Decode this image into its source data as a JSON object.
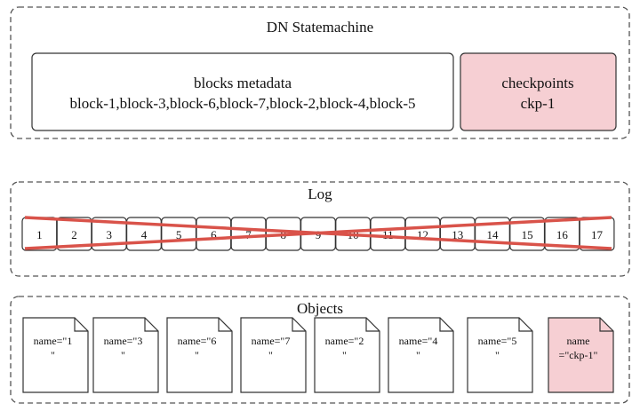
{
  "statemachine": {
    "title": "DN Statemachine",
    "metadata_title": "blocks metadata",
    "metadata_blocks": "block-1,block-3,block-6,block-7,block-2,block-4,block-5",
    "checkpoints_title": "checkpoints",
    "checkpoints_value": "ckp-1"
  },
  "log": {
    "title": "Log",
    "entries": [
      "1",
      "2",
      "3",
      "4",
      "5",
      "6",
      "7",
      "8",
      "9",
      "10",
      "11",
      "12",
      "13",
      "14",
      "15",
      "16",
      "17"
    ]
  },
  "objects": {
    "title": "Objects",
    "items": [
      {
        "line1": "name=\"1",
        "line2": "\""
      },
      {
        "line1": "name=\"3",
        "line2": "\""
      },
      {
        "line1": "name=\"6",
        "line2": "\""
      },
      {
        "line1": "name=\"7",
        "line2": "\""
      },
      {
        "line1": "name=\"2",
        "line2": "\""
      },
      {
        "line1": "name=\"4",
        "line2": "\""
      },
      {
        "line1": "name=\"5",
        "line2": "\""
      },
      {
        "line1": "name",
        "line2": "=\"ckp-1\"",
        "highlight": true
      }
    ]
  },
  "colors": {
    "highlight_fill": "#f6cfd3",
    "cross_line": "#d9534a",
    "border": "#333333",
    "dashed": "#555555"
  }
}
